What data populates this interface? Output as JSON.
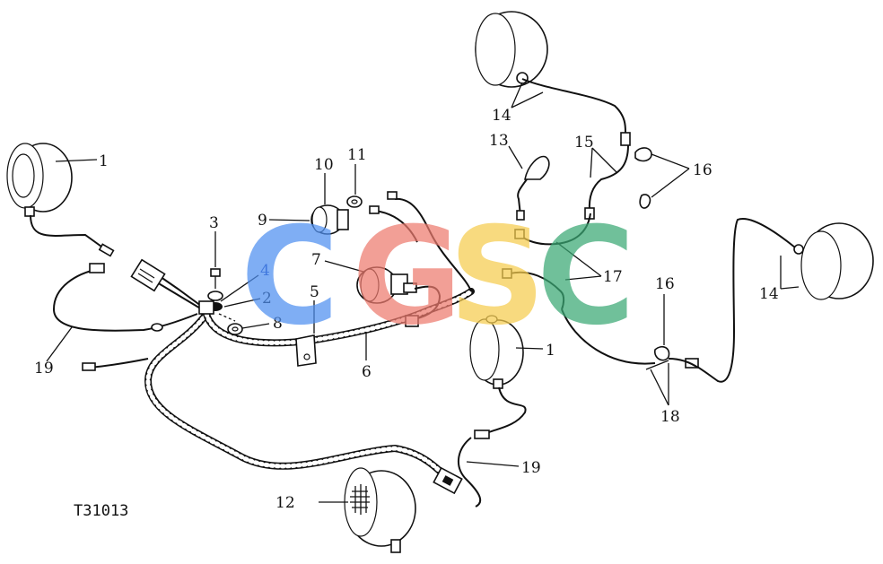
{
  "drawing": {
    "reference_code": "T31013"
  },
  "callouts": {
    "c1a": "1",
    "c1b": "1",
    "c2": "2",
    "c3": "3",
    "c4": "4",
    "c5": "5",
    "c6": "6",
    "c7": "7",
    "c8": "8",
    "c9": "9",
    "c10": "10",
    "c11": "11",
    "c12": "12",
    "c13": "13",
    "c14a": "14",
    "c14b": "14",
    "c15": "15",
    "c16a": "16",
    "c16b": "16",
    "c17": "17",
    "c18": "18",
    "c19a": "19",
    "c19b": "19"
  },
  "watermark": {
    "letters": [
      "C",
      "G",
      "S",
      "C"
    ],
    "colors": [
      "#4f8ff0",
      "#ee7b6f",
      "#f6cd4f",
      "#3aa874"
    ]
  }
}
